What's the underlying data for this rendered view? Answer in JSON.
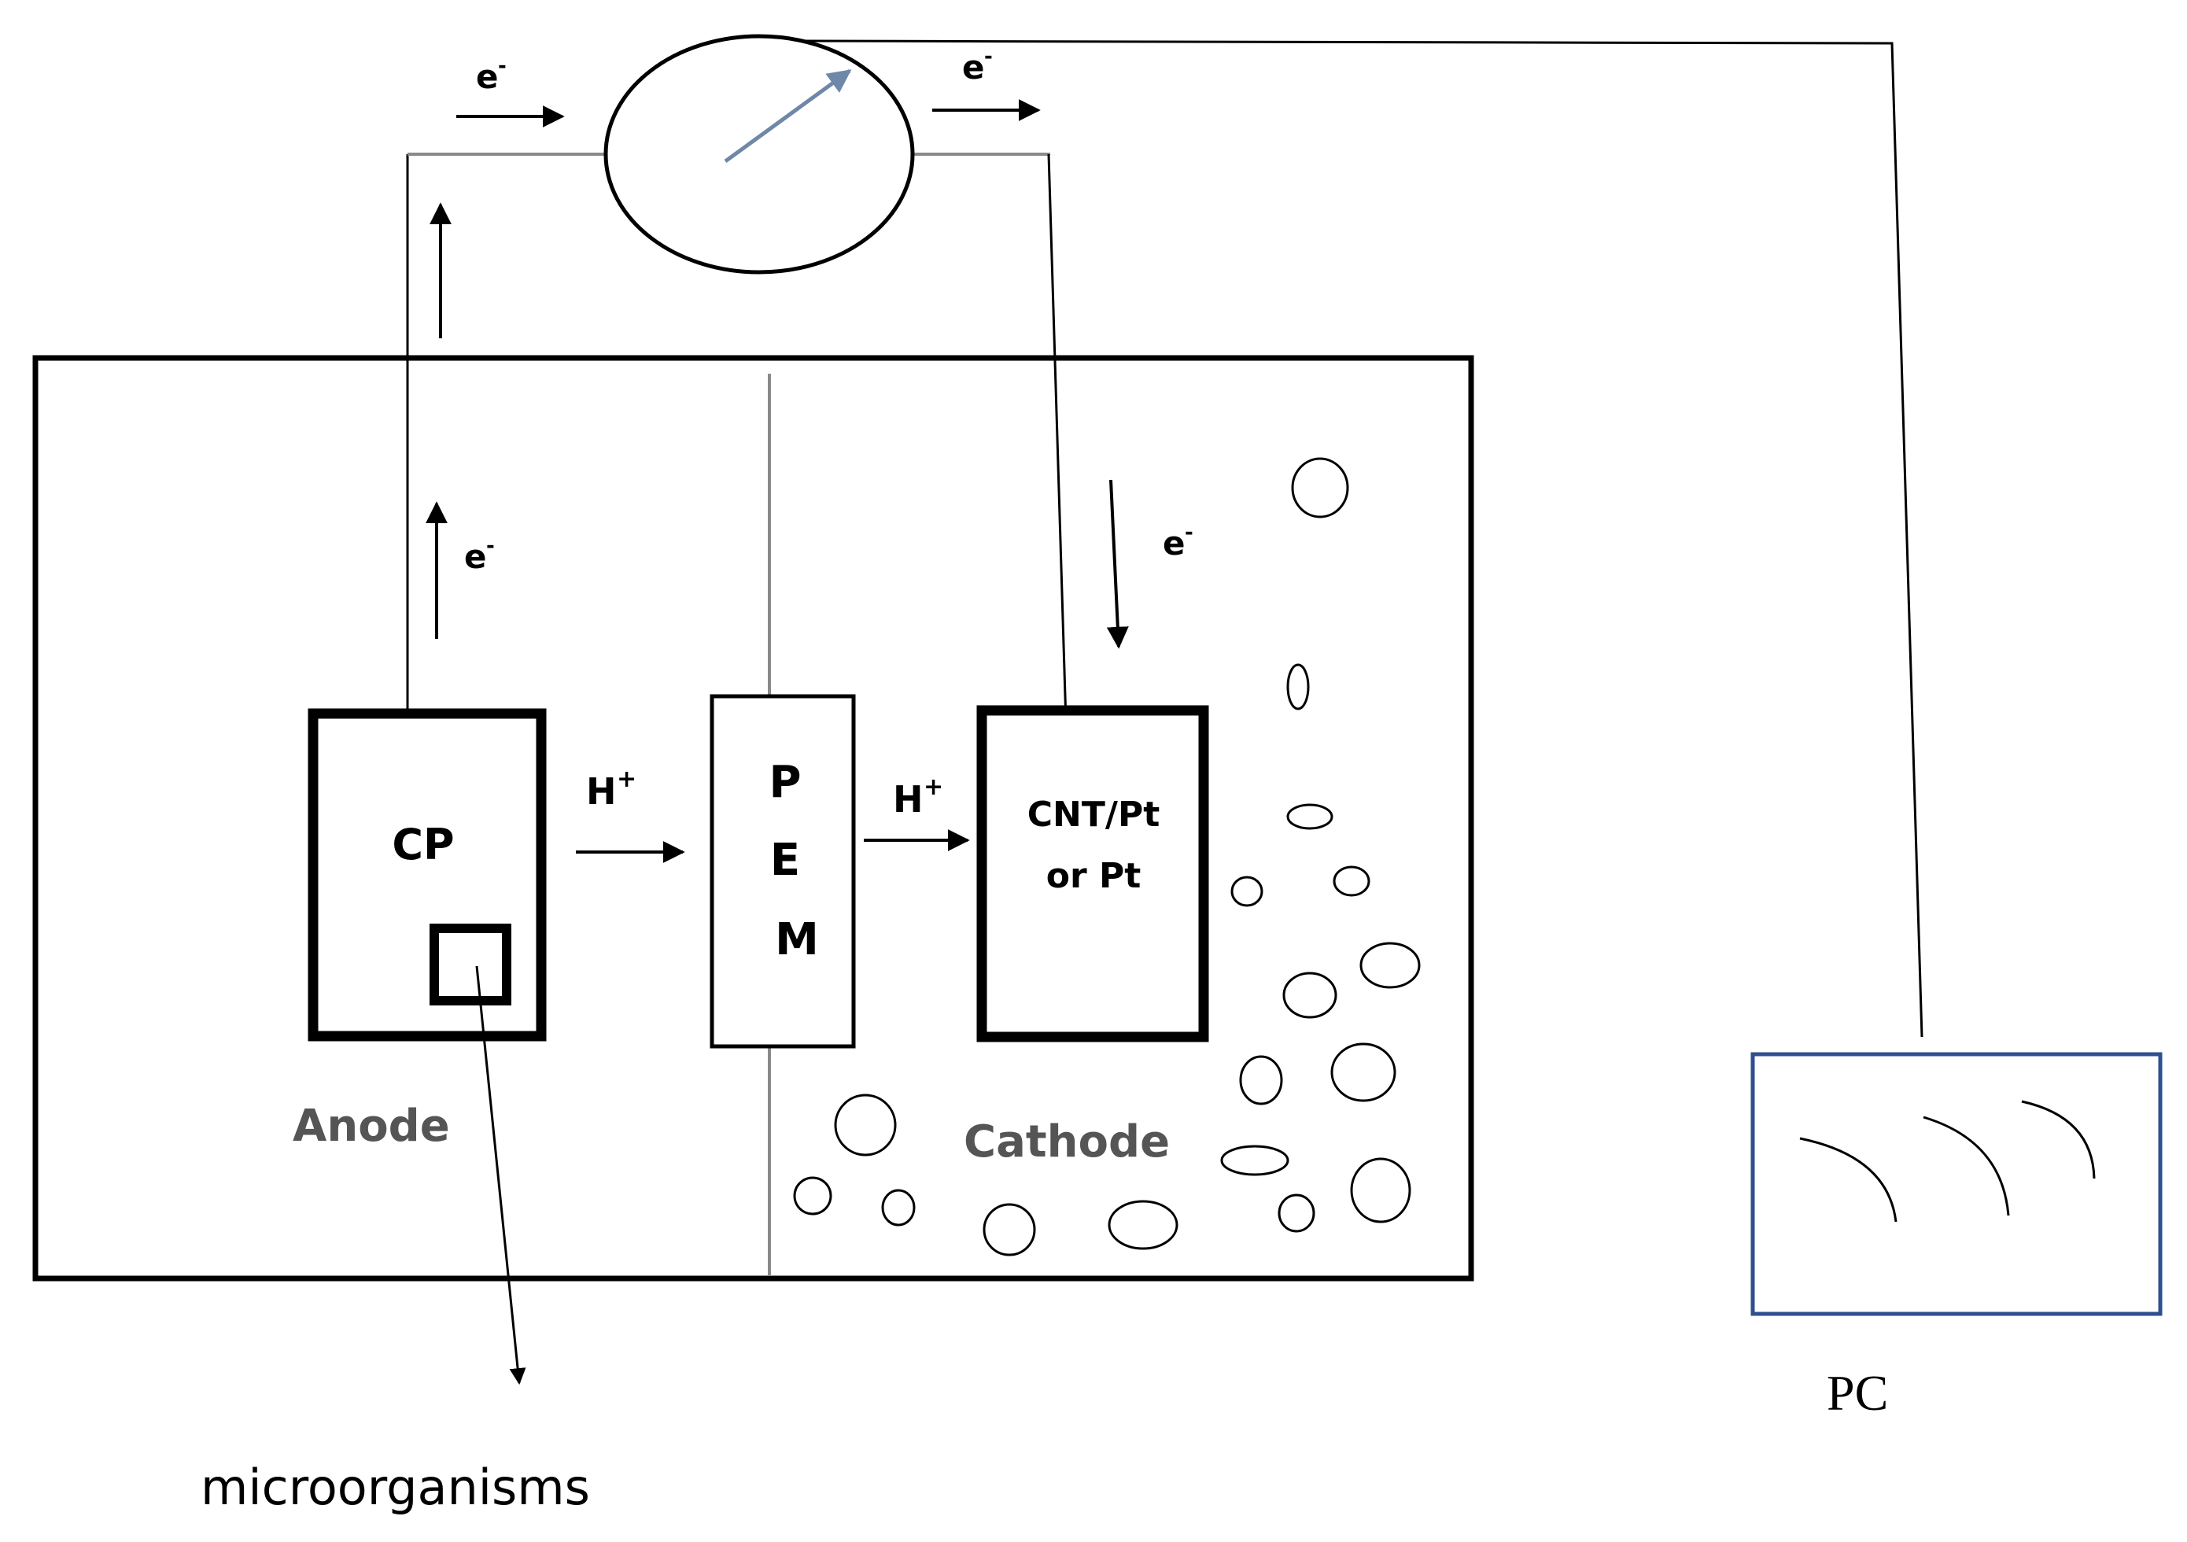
{
  "labels": {
    "electron": "e",
    "electron_charge": "-",
    "proton": "H",
    "proton_charge": "+",
    "anode_material": "CP",
    "membrane_letters": [
      "P",
      "E",
      "M"
    ],
    "cathode_material_line1": "CNT/Pt",
    "cathode_material_line2": "or Pt",
    "anode": "Anode",
    "cathode": "Cathode",
    "microorganisms": "microorganisms",
    "pc": "PC"
  },
  "colors": {
    "ink": "#000000",
    "membrane_line": "#8a8a8a",
    "meter_needle": "#6f87a8",
    "pc_frame": "#2f4f8f",
    "label_grey": "#555555"
  }
}
